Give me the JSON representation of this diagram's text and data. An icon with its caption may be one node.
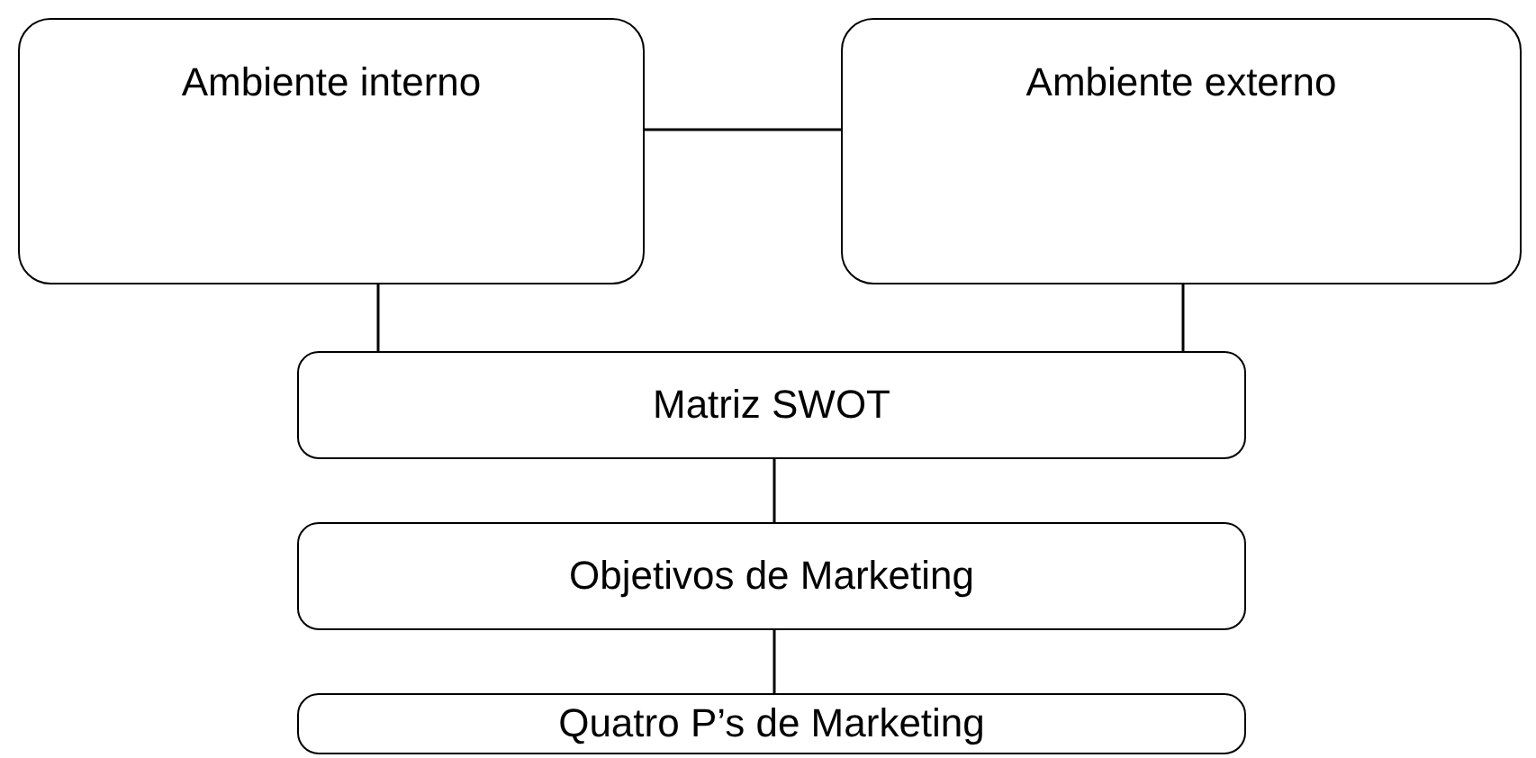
{
  "diagram": {
    "nodes": [
      {
        "text": [
          "Ambiente interno"
        ]
      },
      {
        "text": [
          "Ambiente externo"
        ]
      },
      {
        "text": [
          "Matriz SWOT"
        ]
      },
      {
        "text": [
          "Objetivos de Marketing"
        ]
      },
      {
        "text": [
          "Quatro P’s de Marketing"
        ]
      }
    ],
    "edges": [
      {
        "from": 0,
        "to": 1,
        "arrow": "none"
      },
      {
        "from": 0,
        "to": 2,
        "arrow": "none"
      },
      {
        "from": 1,
        "to": 2,
        "arrow": "none"
      },
      {
        "from": 2,
        "to": 3,
        "arrow": "none"
      },
      {
        "from": 3,
        "to": 4,
        "arrow": "none"
      }
    ]
  }
}
